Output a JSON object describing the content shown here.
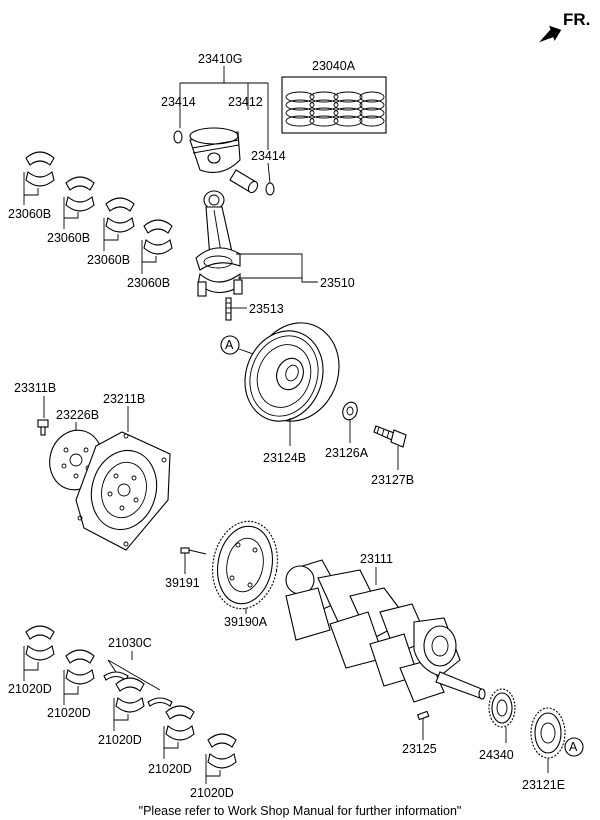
{
  "orientation": {
    "label": "FR."
  },
  "callouts": {
    "p23410G": "23410G",
    "p23414a": "23414",
    "p23412": "23412",
    "p23414b": "23414",
    "p23040A": "23040A",
    "p23060B_1": "23060B",
    "p23060B_2": "23060B",
    "p23060B_3": "23060B",
    "p23060B_4": "23060B",
    "p23510": "23510",
    "p23513": "23513",
    "p23311B": "23311B",
    "p23226B": "23226B",
    "p23211B": "23211B",
    "p23124B": "23124B",
    "p23126A": "23126A",
    "p23127B": "23127B",
    "p23111": "23111",
    "p39191": "39191",
    "p39190A": "39190A",
    "p21030C": "21030C",
    "p21020D_1": "21020D",
    "p21020D_2": "21020D",
    "p21020D_3": "21020D",
    "p21020D_4": "21020D",
    "p21020D_5": "21020D",
    "p23125": "23125",
    "p24340": "24340",
    "p23121E": "23121E"
  },
  "reference_marks": {
    "pulley": "A",
    "sprocket": "A"
  },
  "footer_note": "\"Please refer to Work Shop Manual for further information\""
}
